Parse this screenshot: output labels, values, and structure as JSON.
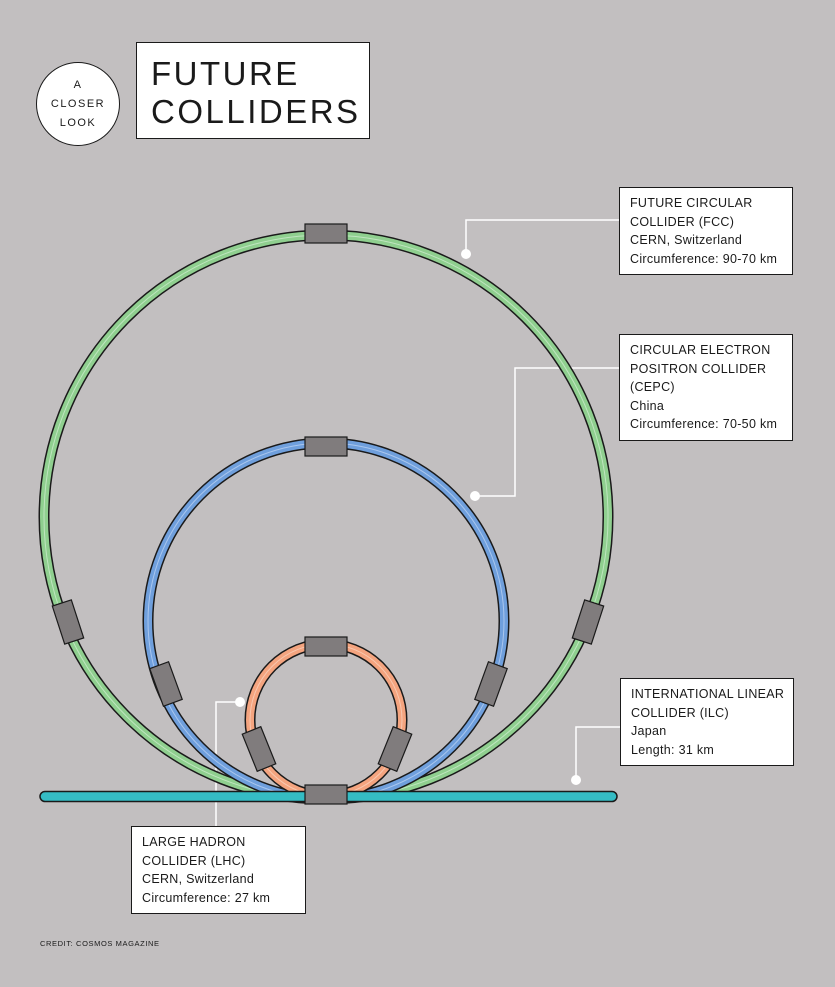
{
  "badge": {
    "lines": [
      "A",
      "CLOSER",
      "LOOK"
    ]
  },
  "title": {
    "lines": [
      "FUTURE",
      "COLLIDERS"
    ]
  },
  "colors": {
    "background": "#c2bfc0",
    "fcc": "#8fcf8f",
    "cepc": "#6f9fdc",
    "lhc": "#f4a47f",
    "ilc": "#35bcc4",
    "detector": "#807c7d"
  },
  "labels": {
    "fcc": {
      "lines": [
        "FUTURE CIRCULAR",
        "COLLIDER (FCC)",
        "CERN, Switzerland",
        "Circumference: 90-70 km"
      ]
    },
    "cepc": {
      "lines": [
        "CIRCULAR ELECTRON",
        "POSITRON COLLIDER",
        "(CEPC)",
        "China",
        "Circumference: 70-50 km"
      ]
    },
    "ilc": {
      "lines": [
        "INTERNATIONAL LINEAR",
        "COLLIDER (ILC)",
        "Japan",
        "Length: 31 km"
      ]
    },
    "lhc": {
      "lines": [
        "LARGE HADRON",
        "COLLIDER (LHC)",
        "CERN, Switzerland",
        "Circumference: 27 km"
      ]
    }
  },
  "credit": "CREDIT: COSMOS MAGAZINE"
}
